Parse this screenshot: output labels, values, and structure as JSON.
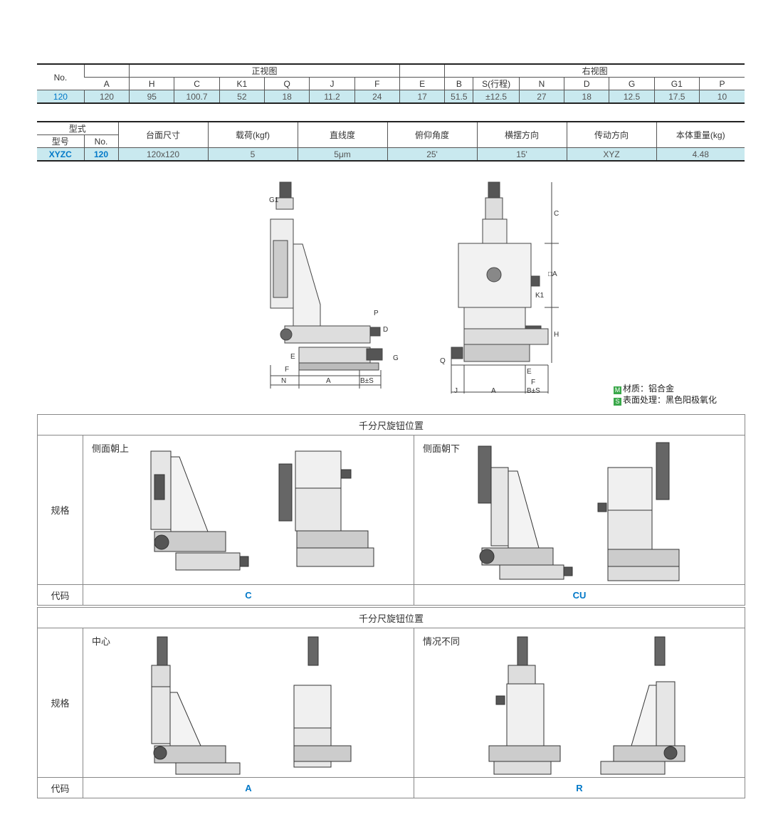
{
  "dims": {
    "no_label": "No.",
    "front_view": "正视图",
    "right_view": "右视图",
    "columns": [
      "A",
      "H",
      "C",
      "K1",
      "Q",
      "J",
      "F",
      "E",
      "B",
      "S(行程)",
      "N",
      "D",
      "G",
      "G1",
      "P"
    ],
    "row": {
      "no": "120",
      "values": [
        "120",
        "95",
        "100.7",
        "52",
        "18",
        "11.2",
        "24",
        "17",
        "51.5",
        "±12.5",
        "27",
        "18",
        "12.5",
        "17.5",
        "10"
      ]
    }
  },
  "spec": {
    "type_label": "型式",
    "model_label": "型号",
    "no_label": "No.",
    "headers": [
      "台面尺寸",
      "载荷(kgf)",
      "直线度",
      "俯仰角度",
      "横摆方向",
      "传动方向",
      "本体重量(kg)"
    ],
    "row": {
      "model": "XYZC",
      "no": "120",
      "values": [
        "120x120",
        "5",
        "5μm",
        "25'",
        "15'",
        "XYZ",
        "4.48"
      ]
    }
  },
  "drawing_labels": {
    "front": [
      "G1",
      "P",
      "D",
      "E",
      "F",
      "N",
      "A",
      "B±S",
      "G"
    ],
    "side": [
      "C",
      "□A",
      "K1",
      "H",
      "Q",
      "E",
      "F",
      "J",
      "A",
      "B±S"
    ]
  },
  "legend": {
    "m_badge": "M",
    "material": "材质：铝合金",
    "s_badge": "S",
    "surface": "表面处理：黑色阳极氧化",
    "m_color": "#3aa84a",
    "s_color": "#3aa84a"
  },
  "options": [
    {
      "title": "千分尺旋钮位置",
      "spec_label": "规格",
      "code_label": "代码",
      "left": {
        "name": "侧面朝上",
        "code": "C"
      },
      "right": {
        "name": "侧面朝下",
        "code": "CU"
      }
    },
    {
      "title": "千分尺旋钮位置",
      "spec_label": "规格",
      "code_label": "代码",
      "left": {
        "name": "中心",
        "code": "A"
      },
      "right": {
        "name": "情况不同",
        "code": "R"
      }
    }
  ],
  "colors": {
    "accent": "#0078c8",
    "highlight_row": "#c9e9ef"
  }
}
